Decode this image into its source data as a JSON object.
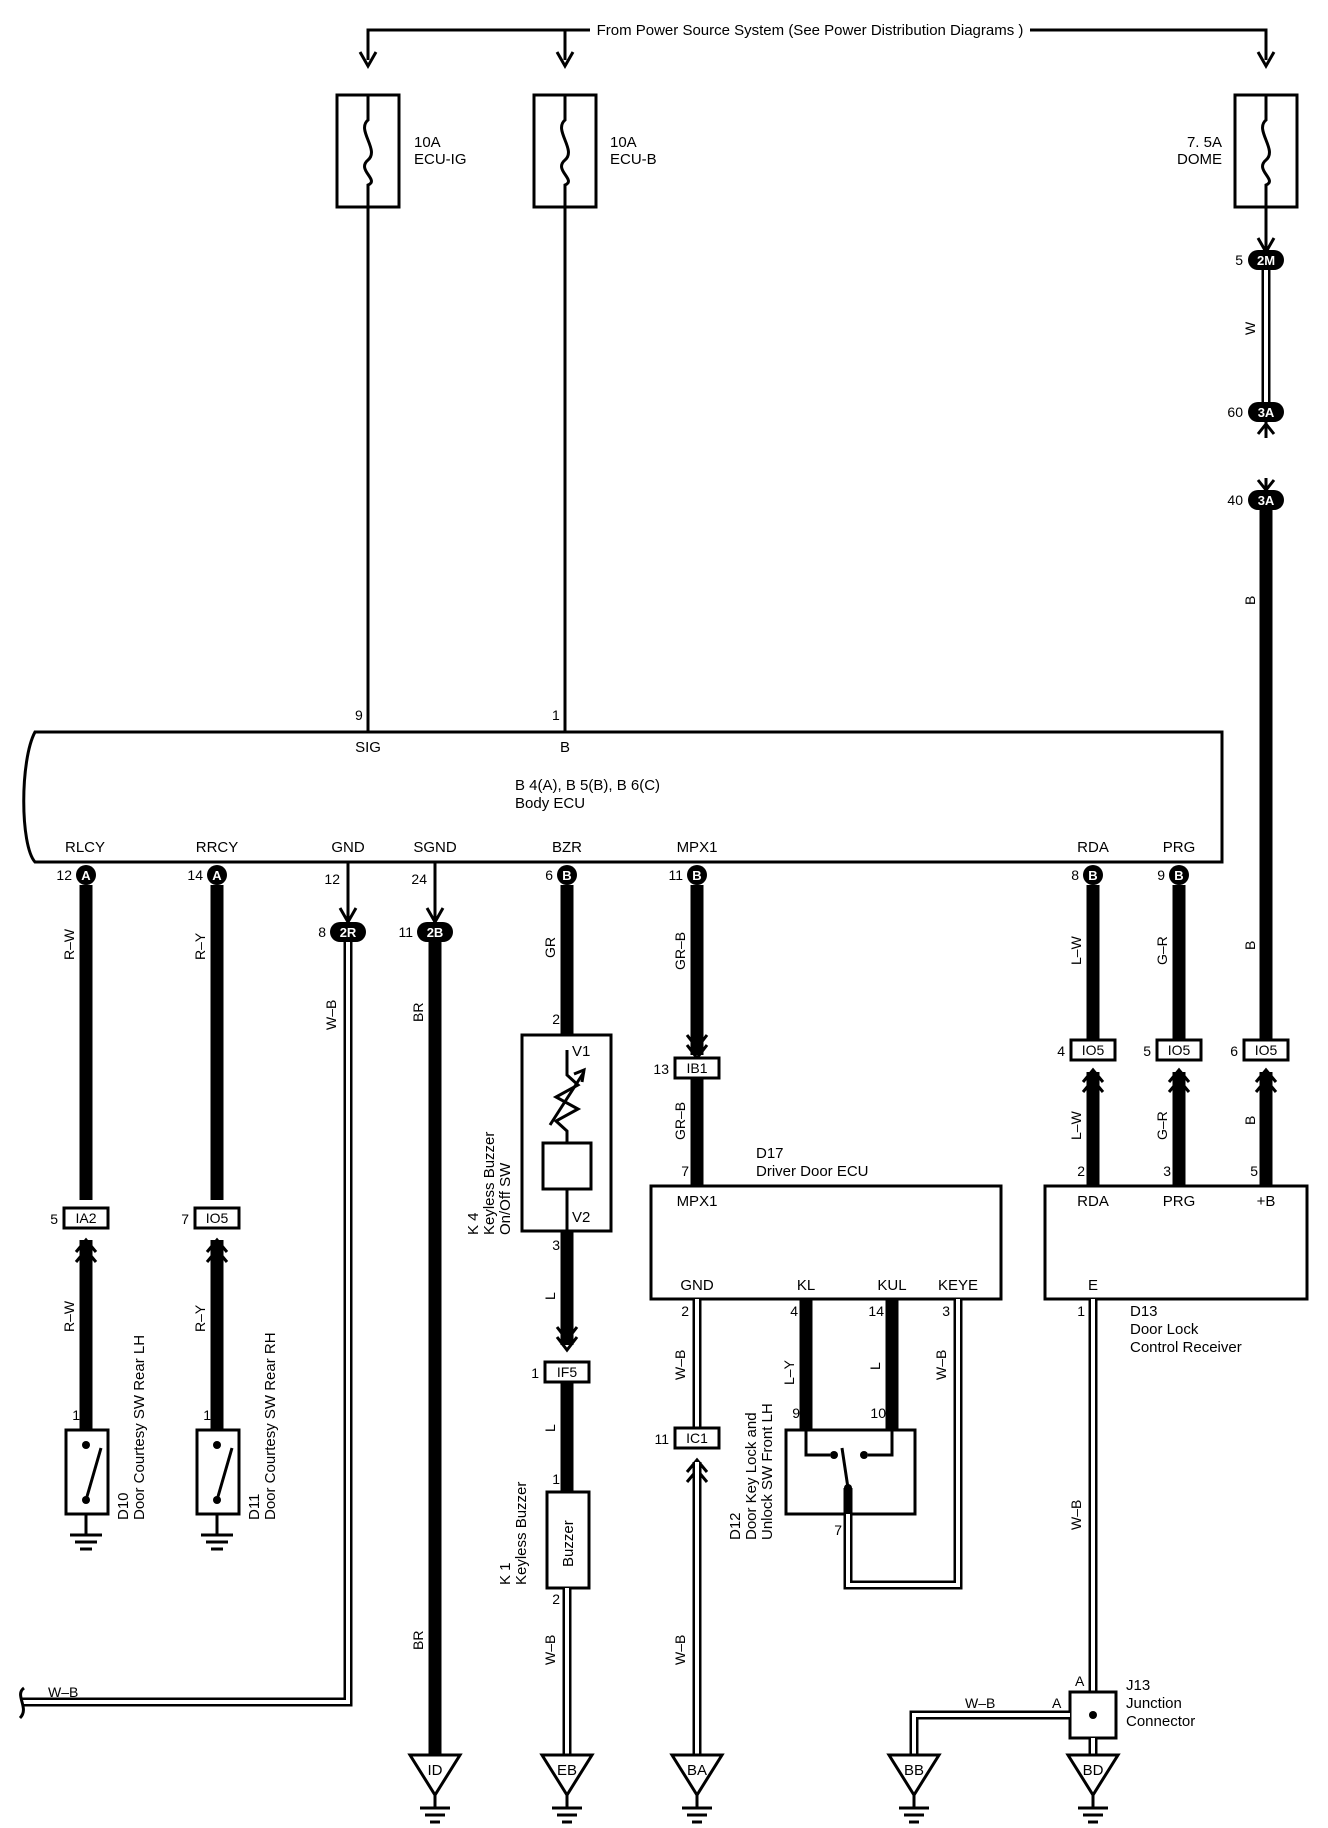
{
  "power_source": "From Power Source System (See Power Distribution Diagrams )",
  "fuses": [
    {
      "rating": "10A",
      "name": "ECU-IG"
    },
    {
      "rating": "10A",
      "name": "ECU-B"
    },
    {
      "rating": "7. 5A",
      "name": "DOME"
    }
  ],
  "body_ecu": {
    "ref": "B 4(A), B 5(B), B 6(C)",
    "name": "Body ECU",
    "top_pins": [
      {
        "num": "9",
        "name": "SIG"
      },
      {
        "num": "1",
        "name": "B"
      }
    ],
    "bottom_pins": [
      {
        "name": "RLCY",
        "num": "12",
        "conn": "A"
      },
      {
        "name": "RRCY",
        "num": "14",
        "conn": "A"
      },
      {
        "name": "GND",
        "num": "12",
        "conn": ""
      },
      {
        "name": "SGND",
        "num": "24",
        "conn": ""
      },
      {
        "name": "BZR",
        "num": "6",
        "conn": "B"
      },
      {
        "name": "MPX1",
        "num": "11",
        "conn": "B"
      },
      {
        "name": "RDA",
        "num": "8",
        "conn": "B"
      },
      {
        "name": "PRG",
        "num": "9",
        "conn": "B"
      }
    ]
  },
  "dome_connectors": [
    {
      "num": "5",
      "id": "2M"
    },
    {
      "num": "60",
      "id": "3A"
    },
    {
      "num": "40",
      "id": "3A"
    }
  ],
  "junction_tags": [
    {
      "num": "8",
      "id": "2R"
    },
    {
      "num": "11",
      "id": "2B"
    }
  ],
  "wire_colors": {
    "w": "W",
    "b": "B",
    "rw": "R–W",
    "ry": "R–Y",
    "wb": "W–B",
    "br": "BR",
    "gr": "GR",
    "grb": "GR–B",
    "lw": "L–W",
    "gr2": "G–R",
    "l": "L",
    "ly": "L–Y"
  },
  "inline_connectors": [
    {
      "num": "5",
      "id": "IA2"
    },
    {
      "num": "7",
      "id": "IO5"
    },
    {
      "num": "13",
      "id": "IB1"
    },
    {
      "num": "4",
      "id": "IO5"
    },
    {
      "num": "5",
      "id": "IO5"
    },
    {
      "num": "6",
      "id": "IO5"
    },
    {
      "num": "1",
      "id": "IF5"
    },
    {
      "num": "11",
      "id": "IC1"
    }
  ],
  "k4": {
    "ref": "K 4",
    "name_l1": "Keyless Buzzer",
    "name_l2": "On/Off SW",
    "pin_top": "2",
    "pin_bottom": "3",
    "v1": "V1",
    "v2": "V2"
  },
  "k1": {
    "ref": "K 1",
    "name": "Keyless Buzzer",
    "label": "Buzzer",
    "pin_top": "1",
    "pin_bottom": "2"
  },
  "d10": {
    "ref": "D10",
    "name": "Door Courtesy SW Rear LH",
    "pin": "1"
  },
  "d11": {
    "ref": "D11",
    "name": "Door Courtesy SW Rear RH",
    "pin": "1"
  },
  "d17": {
    "ref": "D17",
    "name": "Driver Door ECU",
    "pin_in": "7",
    "term_top": "MPX1",
    "terms": [
      {
        "name": "GND",
        "num": "2"
      },
      {
        "name": "KL",
        "num": "4"
      },
      {
        "name": "KUL",
        "num": "14"
      },
      {
        "name": "KEYE",
        "num": "3"
      }
    ]
  },
  "d12": {
    "ref": "D12",
    "name_l1": "Door Key Lock and",
    "name_l2": "Unlock SW Front LH",
    "pins": [
      "9",
      "10",
      "7"
    ]
  },
  "d13": {
    "ref": "D13",
    "name_l1": "Door Lock",
    "name_l2": "Control Receiver",
    "terms": [
      {
        "name": "RDA",
        "num": "2"
      },
      {
        "name": "PRG",
        "num": "3"
      },
      {
        "name": "+B",
        "num": "5"
      }
    ],
    "term_bottom": "E",
    "pin_bottom": "1"
  },
  "j13": {
    "ref": "J13",
    "name_l1": "Junction",
    "name_l2": "Connector",
    "pin_a1": "A",
    "pin_a2": "A"
  },
  "grounds": [
    "ID",
    "EB",
    "BA",
    "BB",
    "BD"
  ]
}
